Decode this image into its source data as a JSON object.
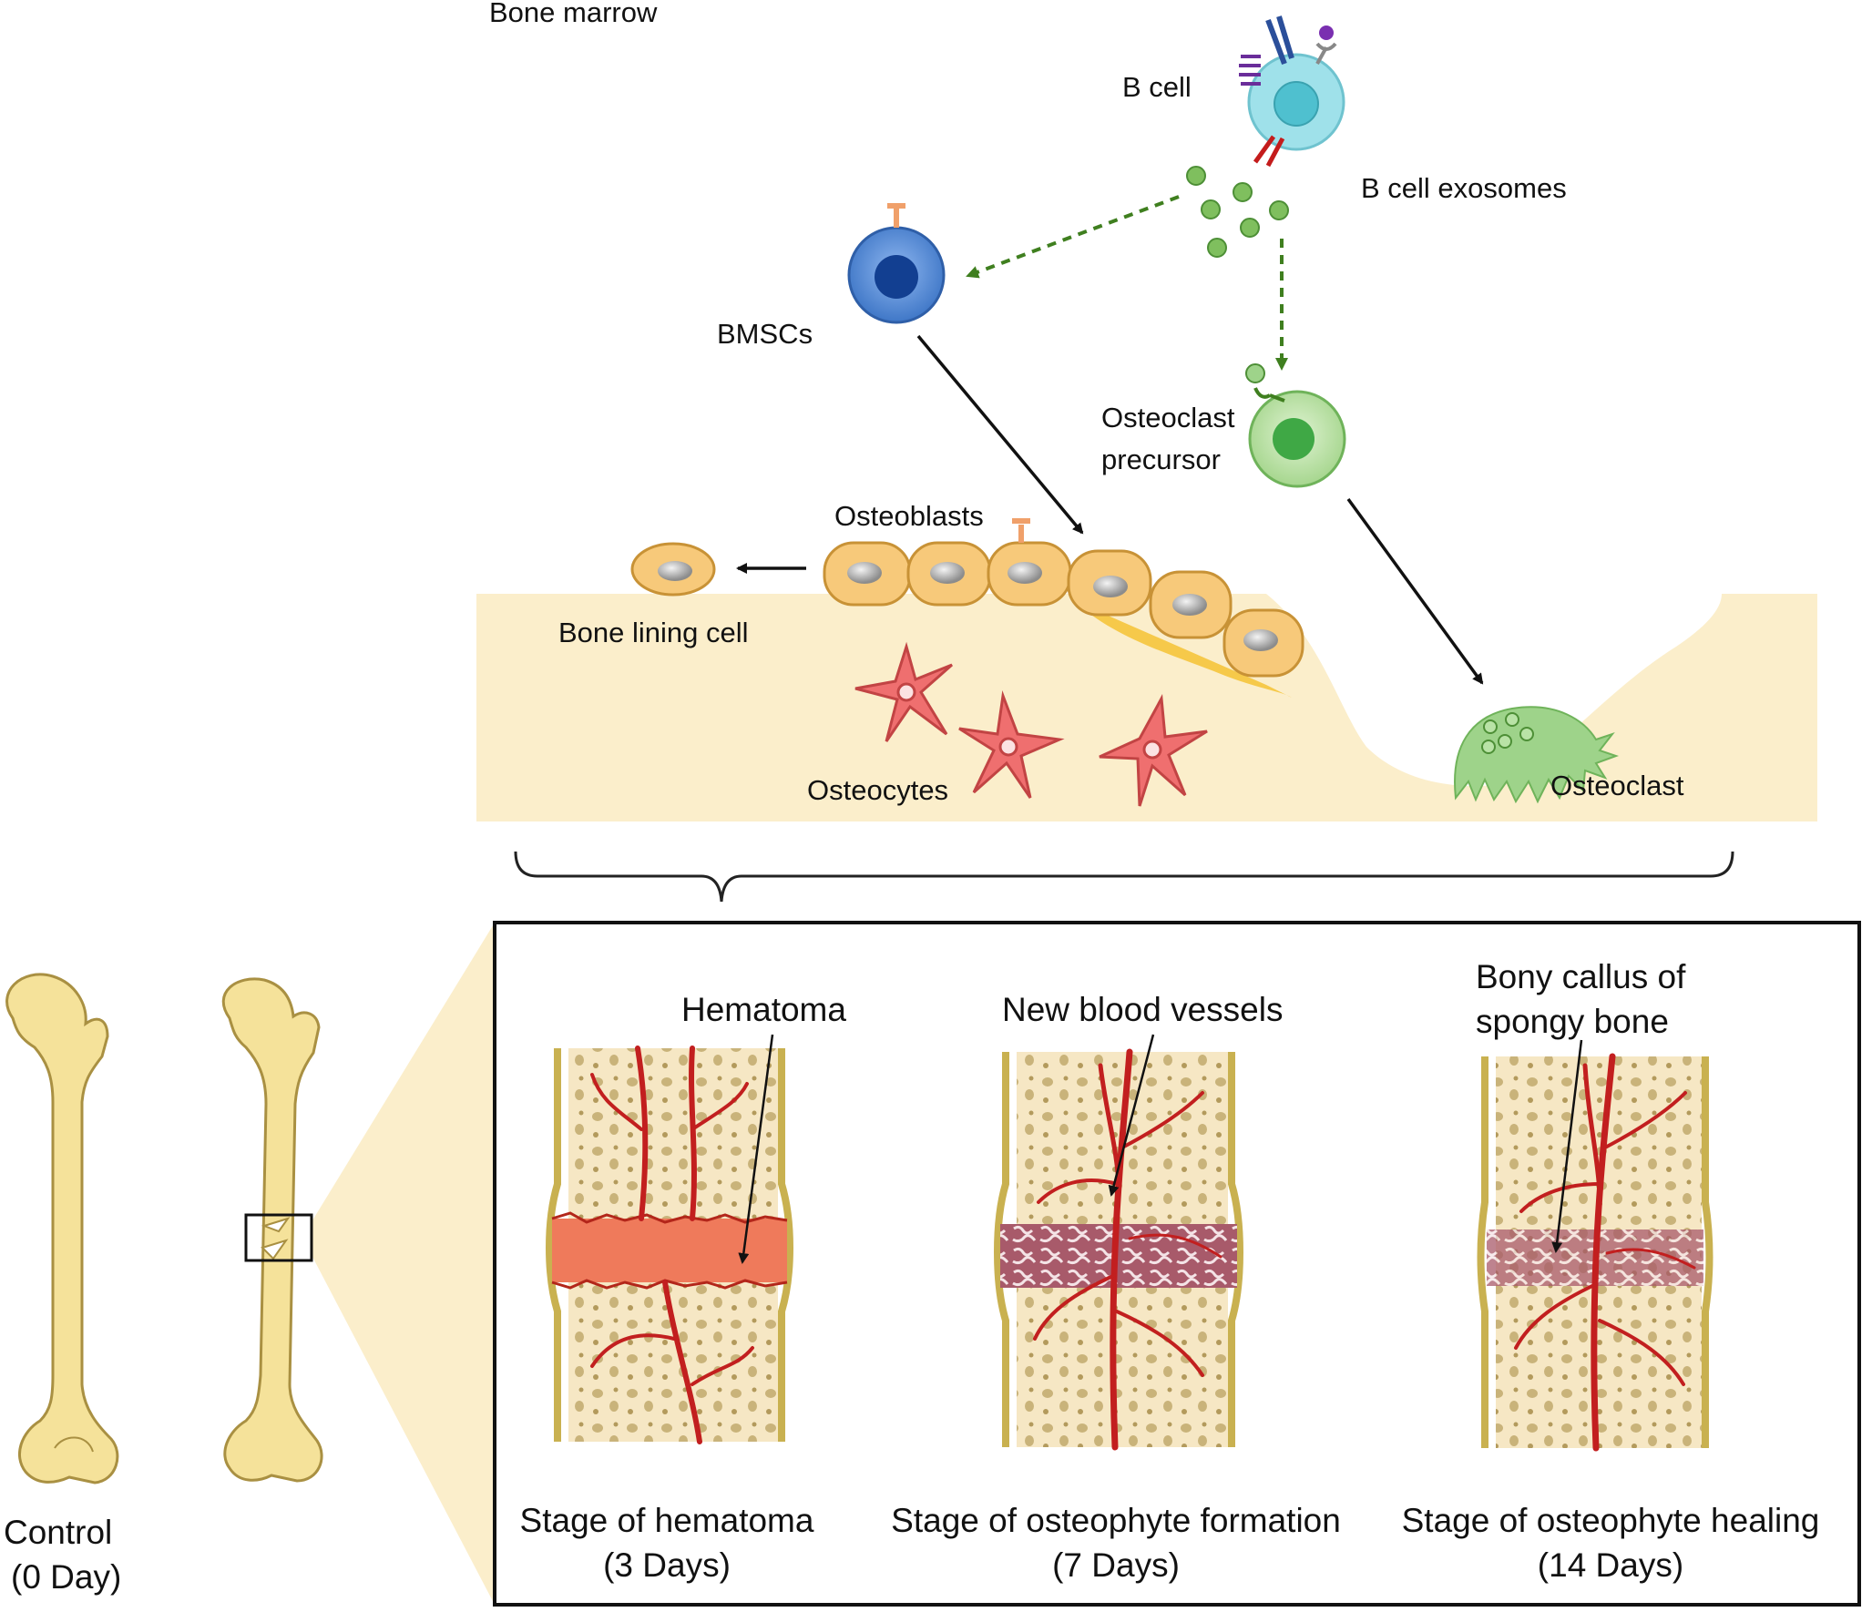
{
  "labels": {
    "bone_marrow": "Bone marrow",
    "b_cell": "B cell",
    "b_cell_exosomes": "B cell exosomes",
    "bmscs": "BMSCs",
    "osteoclast_precursor_line1": "Osteoclast",
    "osteoclast_precursor_line2": "precursor",
    "osteoblasts": "Osteoblasts",
    "bone_lining_cell": "Bone lining cell",
    "osteocytes": "Osteocytes",
    "osteoclast": "Osteoclast"
  },
  "bones": {
    "control_line1": "Control",
    "control_line2": "(0 Day)"
  },
  "panel": {
    "hematoma_label": "Hematoma",
    "new_vessels_label": "New blood vessels",
    "callus_line1": "Bony callus of",
    "callus_line2": "spongy bone",
    "stages": [
      {
        "name": "Stage of hematoma",
        "days": "(3 Days)"
      },
      {
        "name": "Stage of osteophyte formation",
        "days": "(7 Days)"
      },
      {
        "name": "Stage of osteophyte healing",
        "days": "(14 Days)"
      }
    ]
  },
  "colors": {
    "bone_tissue": "#fbeecb",
    "bone_shaft": "#f5e29a",
    "osteoblast": "#f7c97a",
    "osteocyte": "#ef6f6f",
    "osteoclast": "#9ed38a",
    "b_cell": "#9fe1ea",
    "bmsc": "#5a8fd8",
    "exosome": "#7fbf5e",
    "hematoma": "#ef7a5b",
    "vessel": "#c21f1f",
    "callus": "#a85a6a",
    "dashed_arrow": "#3f7f1f"
  }
}
